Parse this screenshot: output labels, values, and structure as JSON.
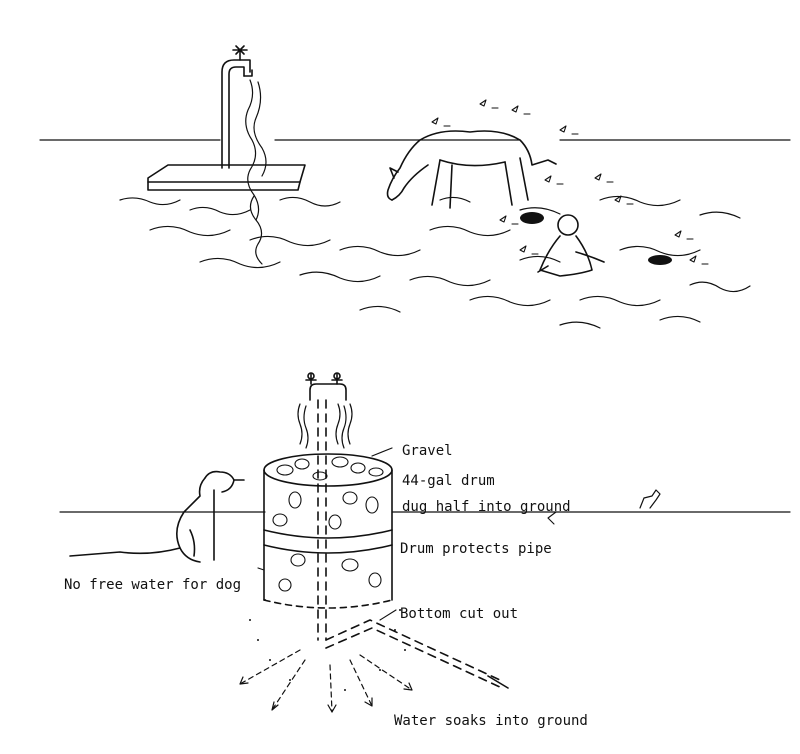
{
  "labels": {
    "gravel": "Gravel",
    "drum": "44-gal drum",
    "dug": "dug half into ground",
    "protects": "Drum protects pipe",
    "no_water": "No free water for dog",
    "bottom": "Bottom cut out",
    "soaks": "Water soaks into ground"
  },
  "colors": {
    "ink": "#111111",
    "paper": "#ffffff"
  }
}
